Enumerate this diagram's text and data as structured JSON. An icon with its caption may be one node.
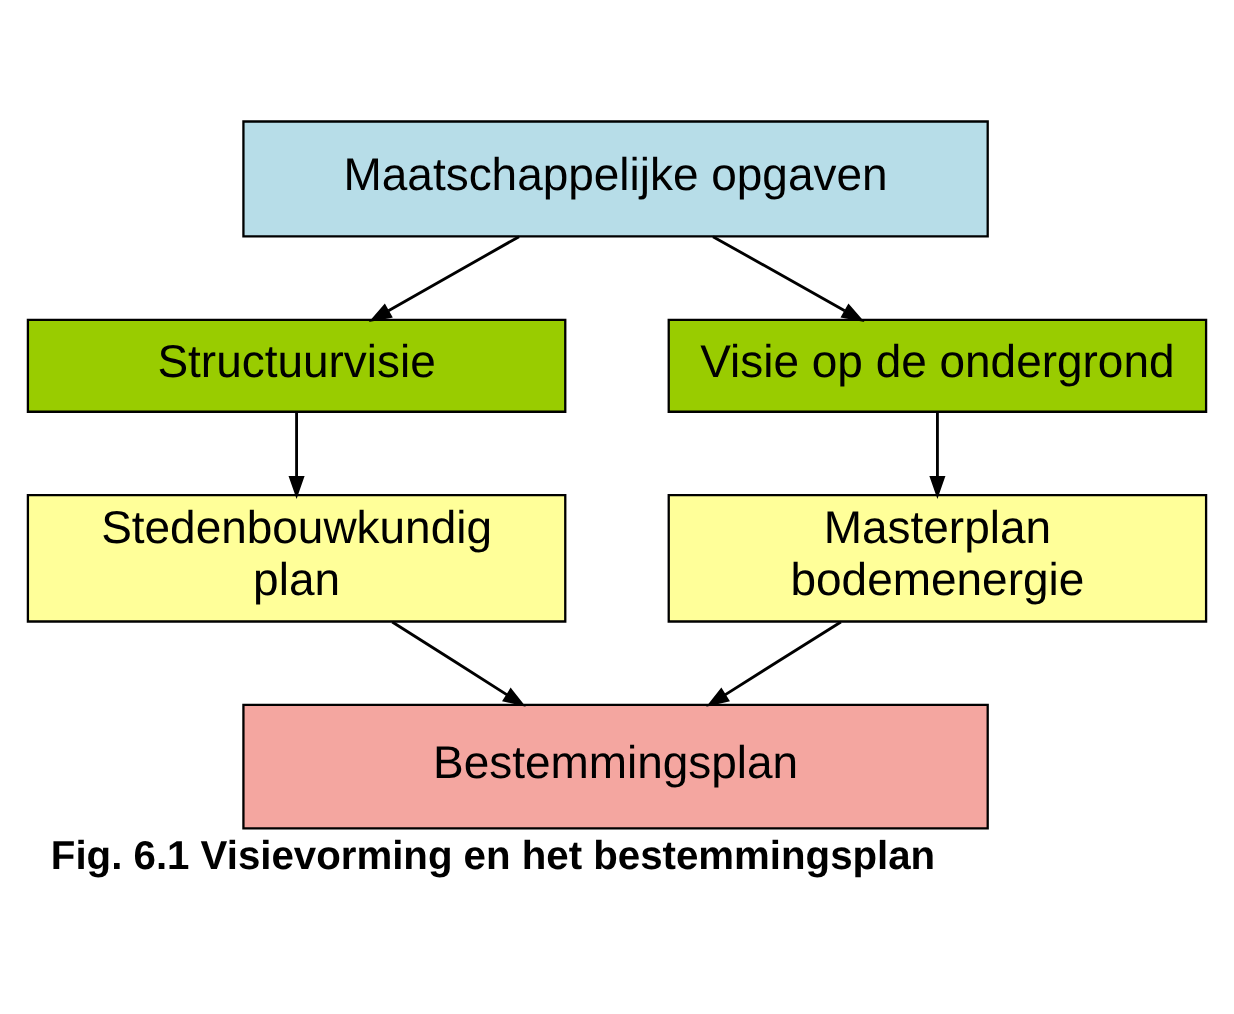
{
  "diagram": {
    "caption": "Fig. 6.1 Visievorming en het bestemmingsplan",
    "nodes": [
      {
        "text": [
          "Maatschappelijke opgaven"
        ]
      },
      {
        "text": [
          "Structuurvisie"
        ]
      },
      {
        "text": [
          "Visie op de ondergrond"
        ]
      },
      {
        "text": [
          "Stedenbouwkundig plan"
        ]
      },
      {
        "text": [
          "Masterplan bodemenergie"
        ]
      },
      {
        "text": [
          "Bestemmingsplan"
        ]
      }
    ],
    "edges": [
      {
        "from": 0,
        "to": 1,
        "arrow": "to"
      },
      {
        "from": 0,
        "to": 2,
        "arrow": "to"
      },
      {
        "from": 1,
        "to": 3,
        "arrow": "to"
      },
      {
        "from": 2,
        "to": 4,
        "arrow": "to"
      },
      {
        "from": 3,
        "to": 5,
        "arrow": "to"
      },
      {
        "from": 4,
        "to": 5,
        "arrow": "to"
      }
    ]
  }
}
